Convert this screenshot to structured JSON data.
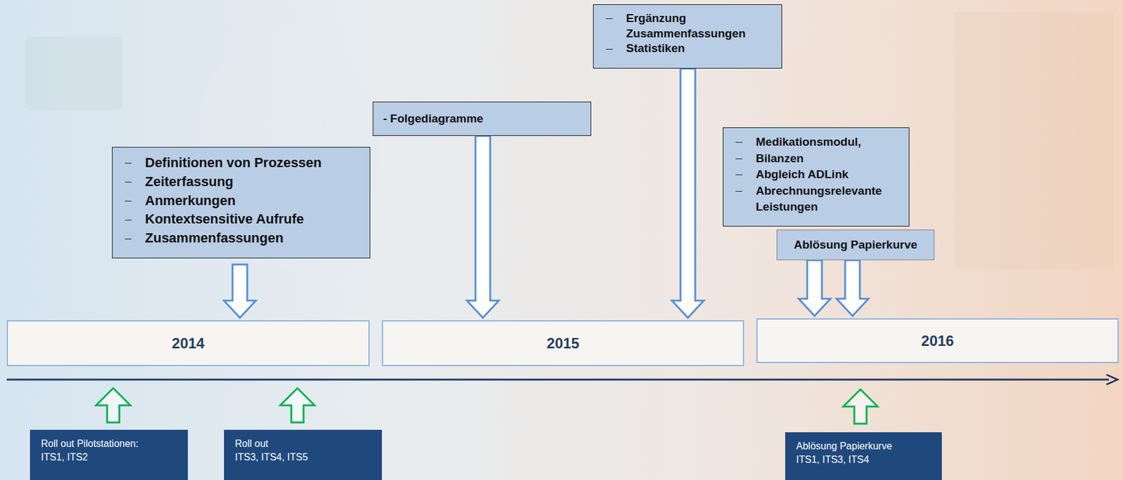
{
  "diagram": {
    "nodes": [
      {
        "text": [
          "Definitionen von Prozessen",
          "Zeiterfassung",
          "Anmerkungen",
          "Kontextsensitive Aufrufe",
          "Zusammenfassungen"
        ]
      },
      {
        "text": [
          "- Folgediagramme"
        ]
      },
      {
        "text": [
          "Ergänzung Zusammenfassungen",
          "Statistiken"
        ]
      },
      {
        "text": [
          "Medikationsmodul,",
          "Bilanzen",
          "Abgleich ADLink",
          "Abrechnungsrelevante Leistungen"
        ]
      },
      {
        "text": [
          "Ablösung Papierkurve"
        ]
      },
      {
        "text": [
          "2014"
        ]
      },
      {
        "text": [
          "2015"
        ]
      },
      {
        "text": [
          "2016"
        ]
      },
      {
        "text": [
          "Roll out Pilotstationen:",
          "ITS1, ITS2"
        ]
      },
      {
        "text": [
          "Roll out",
          "ITS3, ITS4, ITS5"
        ]
      },
      {
        "text": [
          "Ablösung Papierkurve",
          "ITS1, ITS3, ITS4"
        ]
      }
    ],
    "edges": [
      {
        "from": 0,
        "to": 5,
        "arrow": "to"
      },
      {
        "from": 1,
        "to": 6,
        "arrow": "to"
      },
      {
        "from": 2,
        "to": 6,
        "arrow": "to"
      },
      {
        "from": 4,
        "to": 7,
        "arrow": "to"
      },
      {
        "from": 4,
        "to": 7,
        "arrow": "to"
      }
    ]
  }
}
